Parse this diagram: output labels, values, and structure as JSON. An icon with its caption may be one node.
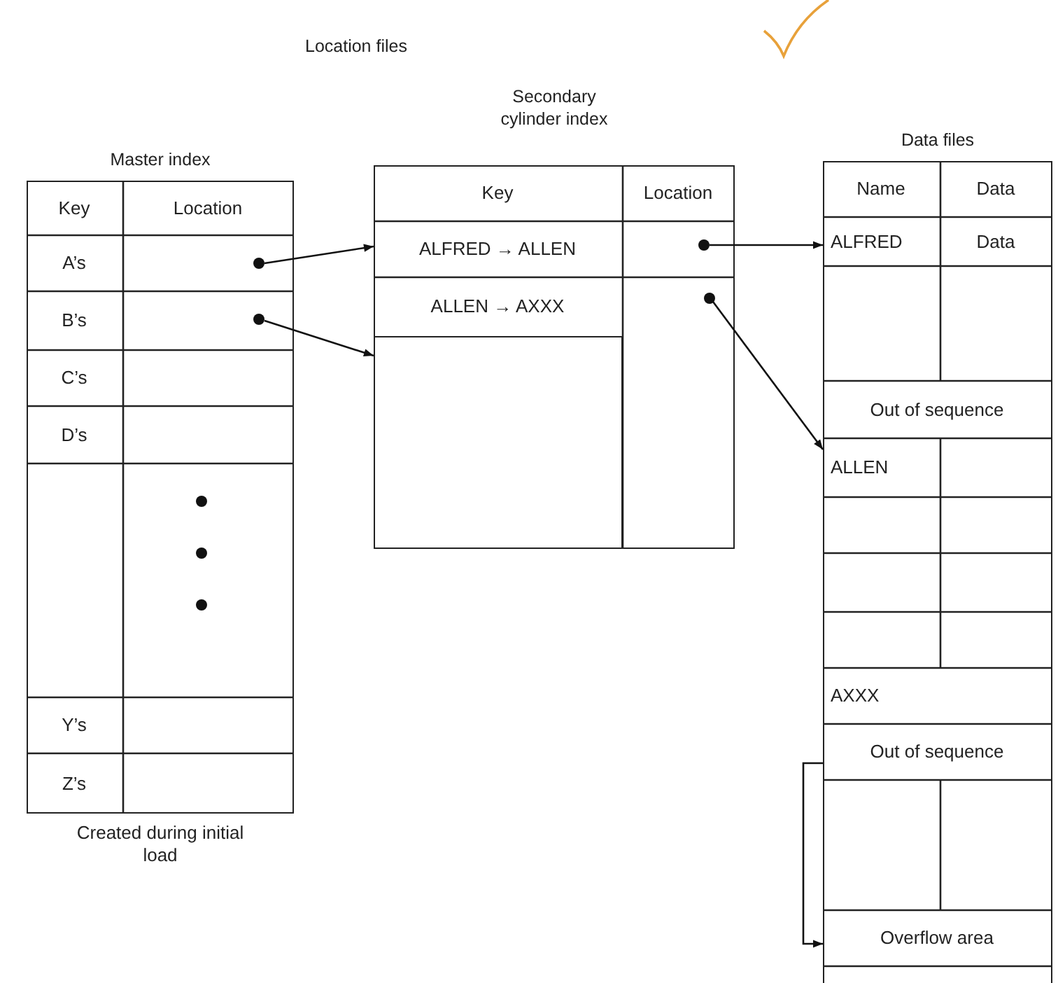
{
  "diagram": {
    "title": "Location files",
    "nodes": [
      {
        "text": [
          "Master index"
        ],
        "beside": [
          "Created during initial load"
        ]
      },
      {
        "text": [
          "Key"
        ],
        "in": 0
      },
      {
        "text": [
          "Location"
        ],
        "in": 0
      },
      {
        "text": [
          "A’s"
        ],
        "in": 0
      },
      {
        "text": [],
        "shape": "circle",
        "in": 0
      },
      {
        "text": [
          "B’s"
        ],
        "in": 0
      },
      {
        "text": [],
        "shape": "circle",
        "in": 0
      },
      {
        "text": [
          "C’s"
        ],
        "in": 0
      },
      {
        "text": [
          "D’s"
        ],
        "in": 0
      },
      {
        "text": [
          "Y’s"
        ],
        "in": 0
      },
      {
        "text": [
          "Z’s"
        ],
        "in": 0
      },
      {
        "text": [
          "Secondary cylinder index"
        ]
      },
      {
        "text": [
          "Key"
        ],
        "in": 11
      },
      {
        "text": [
          "Location"
        ],
        "in": 11
      },
      {
        "text": [
          "ALFRED → ALLEN"
        ],
        "in": 11
      },
      {
        "text": [],
        "shape": "circle",
        "in": 11
      },
      {
        "text": [
          "ALLEN → AXXX"
        ],
        "in": 11
      },
      {
        "text": [],
        "shape": "circle",
        "in": 11
      },
      {
        "text": [],
        "shape": "box",
        "in": 11
      },
      {
        "text": [
          "Data files"
        ]
      },
      {
        "text": [
          "Name"
        ],
        "in": 19
      },
      {
        "text": [
          "Data"
        ],
        "in": 19
      },
      {
        "text": [
          "ALFRED"
        ],
        "in": 19
      },
      {
        "text": [
          "Data"
        ],
        "in": 19
      },
      {
        "text": [
          "Out of sequence"
        ],
        "in": 19
      },
      {
        "text": [
          "ALLEN"
        ],
        "in": 19
      },
      {
        "text": [
          "AXXX"
        ],
        "in": 19
      },
      {
        "text": [
          "Out of sequence"
        ],
        "in": 19
      },
      {
        "text": [
          "Overflow area"
        ],
        "in": 19
      }
    ],
    "edges": [
      {
        "from": 4,
        "to": 14,
        "arrow": "to"
      },
      {
        "from": 6,
        "to": 18,
        "arrow": "to"
      },
      {
        "from": 15,
        "to": 22,
        "arrow": "to"
      },
      {
        "from": 17,
        "to": 25,
        "arrow": "to"
      },
      {
        "from": 27,
        "to": 28,
        "arrow": "to"
      }
    ]
  }
}
